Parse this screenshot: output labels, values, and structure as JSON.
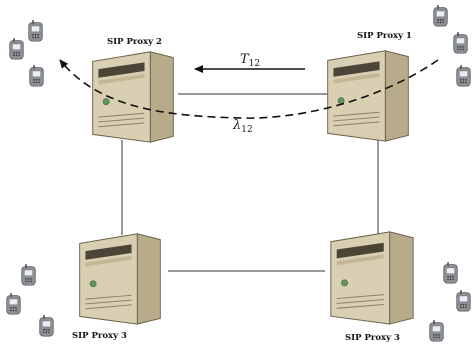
{
  "labels": {
    "proxy_top_left": "SIP Proxy 2",
    "proxy_top_right": "SIP Proxy 1",
    "proxy_bottom_left": "SIP Proxy 3",
    "proxy_bottom_right": "SIP Proxy 3",
    "t_symbol": "T",
    "t_sub": "12",
    "lambda_symbol": "λ",
    "lambda_sub": "12"
  },
  "colors": {
    "server_front": "#d9cfb3",
    "server_side": "#b8ab8a",
    "server_top": "#ece5cf",
    "server_edge": "#6e644c",
    "phone_body": "#8d8f94",
    "phone_screen": "#e8eef2",
    "link": "#333333",
    "arrow": "#111111"
  },
  "icons": [
    "server-icon",
    "mobile-phone-icon"
  ]
}
